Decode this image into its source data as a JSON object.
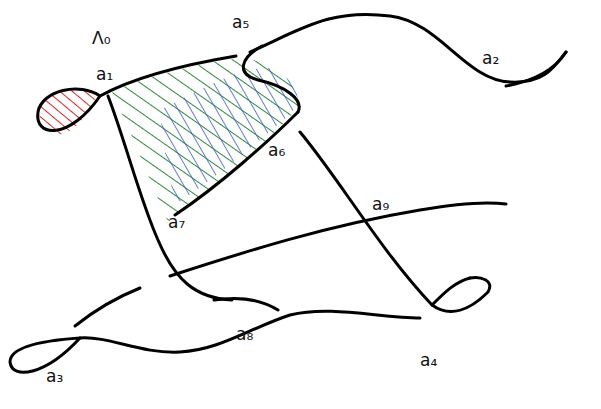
{
  "diagram": {
    "labels": [
      "Λ₀",
      "a₅",
      "a₁",
      "a₂",
      "a₆",
      "a₉",
      "a₇",
      "a₈",
      "a₃",
      "a₄"
    ]
  }
}
